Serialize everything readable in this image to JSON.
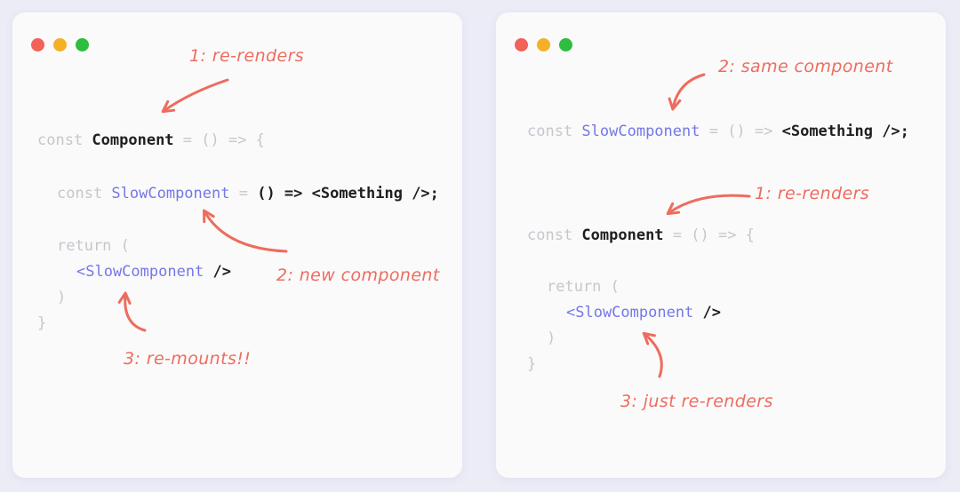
{
  "colors": {
    "page_bg": "#ebecf6",
    "panel_bg": "#fafafa",
    "code_gray": "#c6c6cd",
    "code_dark": "#1f1f21",
    "code_blue": "#7477e8",
    "annotation": "#ee6c5f",
    "dot_red": "#f4605a",
    "dot_yellow": "#f5b027",
    "dot_green": "#2dbe41"
  },
  "panels": [
    {
      "name": "inline-component-window",
      "window_controls": [
        "close",
        "minimize",
        "maximize"
      ],
      "code": [
        {
          "tokens": [
            {
              "t": "const ",
              "c": "gray"
            },
            {
              "t": "Component",
              "c": "dark"
            },
            {
              "t": " = () => {",
              "c": "gray"
            }
          ]
        },
        {
          "tokens": [
            {
              "t": "const ",
              "c": "gray"
            },
            {
              "t": "SlowComponent",
              "c": "blue"
            },
            {
              "t": " = ",
              "c": "gray"
            },
            {
              "t": "() => <Something />;",
              "c": "dark"
            }
          ]
        },
        {
          "tokens": [
            {
              "t": "return (",
              "c": "gray"
            }
          ]
        },
        {
          "tokens": [
            {
              "t": "<SlowComponent ",
              "c": "blue"
            },
            {
              "t": "/>",
              "c": "dark"
            }
          ]
        },
        {
          "tokens": [
            {
              "t": ")",
              "c": "gray"
            }
          ]
        },
        {
          "tokens": [
            {
              "t": "}",
              "c": "gray"
            }
          ]
        }
      ],
      "annotations": [
        {
          "label": "1: re-renders"
        },
        {
          "label": "2: new component"
        },
        {
          "label": "3: re-mounts!!"
        }
      ]
    },
    {
      "name": "extracted-component-window",
      "window_controls": [
        "close",
        "minimize",
        "maximize"
      ],
      "code": [
        {
          "tokens": [
            {
              "t": "const ",
              "c": "gray"
            },
            {
              "t": "SlowComponent",
              "c": "blue"
            },
            {
              "t": " = () => ",
              "c": "gray"
            },
            {
              "t": "<Something />;",
              "c": "dark"
            }
          ]
        },
        {
          "tokens": [
            {
              "t": "const ",
              "c": "gray"
            },
            {
              "t": "Component",
              "c": "dark"
            },
            {
              "t": " = () => {",
              "c": "gray"
            }
          ]
        },
        {
          "tokens": [
            {
              "t": "return (",
              "c": "gray"
            }
          ]
        },
        {
          "tokens": [
            {
              "t": "<SlowComponent ",
              "c": "blue"
            },
            {
              "t": "/>",
              "c": "dark"
            }
          ]
        },
        {
          "tokens": [
            {
              "t": ")",
              "c": "gray"
            }
          ]
        },
        {
          "tokens": [
            {
              "t": "}",
              "c": "gray"
            }
          ]
        }
      ],
      "annotations": [
        {
          "label": "2: same component"
        },
        {
          "label": "1: re-renders"
        },
        {
          "label": "3: just re-renders"
        }
      ]
    }
  ]
}
